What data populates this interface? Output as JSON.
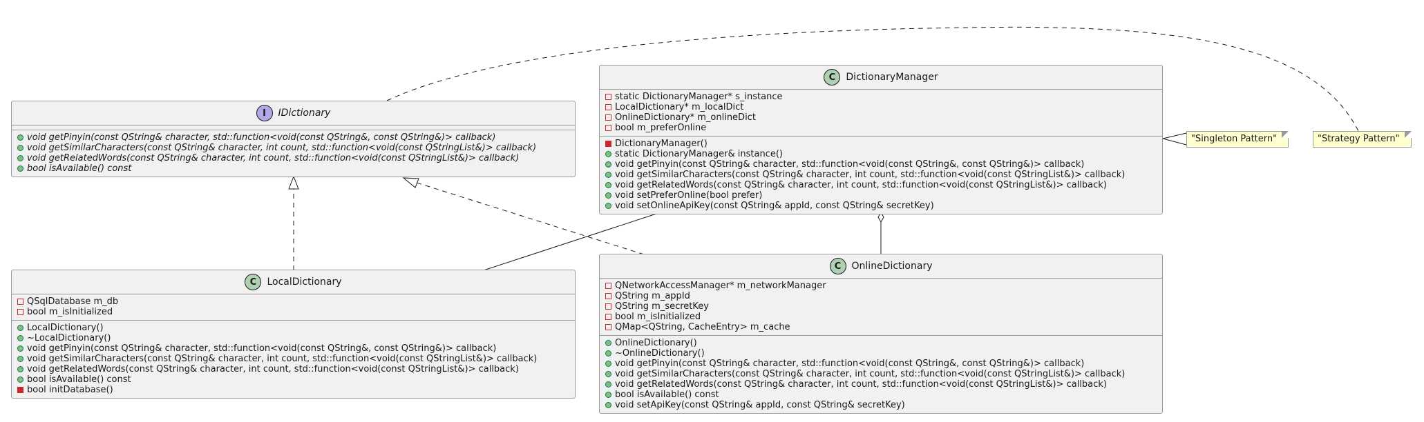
{
  "classes": {
    "idictionary": {
      "kind": "I",
      "name": "IDictionary",
      "fields": [],
      "methods": [
        {
          "vis": "public",
          "text": "void getPinyin(const QString& character, std::function<void(const QString&, const QString&)> callback)"
        },
        {
          "vis": "public",
          "text": "void getSimilarCharacters(const QString& character, int count, std::function<void(const QStringList&)> callback)"
        },
        {
          "vis": "public",
          "text": "void getRelatedWords(const QString& character, int count, std::function<void(const QStringList&)> callback)"
        },
        {
          "vis": "public",
          "text": "bool isAvailable() const"
        }
      ]
    },
    "dictionary_manager": {
      "kind": "C",
      "name": "DictionaryManager",
      "fields": [
        {
          "vis": "private",
          "text": "static DictionaryManager* s_instance"
        },
        {
          "vis": "private",
          "text": "LocalDictionary* m_localDict"
        },
        {
          "vis": "private",
          "text": "OnlineDictionary* m_onlineDict"
        },
        {
          "vis": "private",
          "text": "bool m_preferOnline"
        }
      ],
      "methods": [
        {
          "vis": "private",
          "text": "DictionaryManager()"
        },
        {
          "vis": "public",
          "text": "static DictionaryManager& instance()"
        },
        {
          "vis": "public",
          "text": "void getPinyin(const QString& character, std::function<void(const QString&, const QString&)> callback)"
        },
        {
          "vis": "public",
          "text": "void getSimilarCharacters(const QString& character, int count, std::function<void(const QStringList&)> callback)"
        },
        {
          "vis": "public",
          "text": "void getRelatedWords(const QString& character, int count, std::function<void(const QStringList&)> callback)"
        },
        {
          "vis": "public",
          "text": "void setPreferOnline(bool prefer)"
        },
        {
          "vis": "public",
          "text": "void setOnlineApiKey(const QString& appId, const QString& secretKey)"
        }
      ]
    },
    "local_dictionary": {
      "kind": "C",
      "name": "LocalDictionary",
      "fields": [
        {
          "vis": "private",
          "text": "QSqlDatabase m_db"
        },
        {
          "vis": "private",
          "text": "bool m_isInitialized"
        }
      ],
      "methods": [
        {
          "vis": "public",
          "text": "LocalDictionary()"
        },
        {
          "vis": "public",
          "text": "~LocalDictionary()"
        },
        {
          "vis": "public",
          "text": "void getPinyin(const QString& character, std::function<void(const QString&, const QString&)> callback)"
        },
        {
          "vis": "public",
          "text": "void getSimilarCharacters(const QString& character, int count, std::function<void(const QStringList&)> callback)"
        },
        {
          "vis": "public",
          "text": "void getRelatedWords(const QString& character, int count, std::function<void(const QStringList&)> callback)"
        },
        {
          "vis": "public",
          "text": "bool isAvailable() const"
        },
        {
          "vis": "private",
          "text": "bool initDatabase()"
        }
      ]
    },
    "online_dictionary": {
      "kind": "C",
      "name": "OnlineDictionary",
      "fields": [
        {
          "vis": "private",
          "text": "QNetworkAccessManager* m_networkManager"
        },
        {
          "vis": "private",
          "text": "QString m_appId"
        },
        {
          "vis": "private",
          "text": "QString m_secretKey"
        },
        {
          "vis": "private",
          "text": "bool m_isInitialized"
        },
        {
          "vis": "private",
          "text": "QMap<QString, CacheEntry> m_cache"
        }
      ],
      "methods": [
        {
          "vis": "public",
          "text": "OnlineDictionary()"
        },
        {
          "vis": "public",
          "text": "~OnlineDictionary()"
        },
        {
          "vis": "public",
          "text": "void getPinyin(const QString& character, std::function<void(const QString&, const QString&)> callback)"
        },
        {
          "vis": "public",
          "text": "void getSimilarCharacters(const QString& character, int count, std::function<void(const QStringList&)> callback)"
        },
        {
          "vis": "public",
          "text": "void getRelatedWords(const QString& character, int count, std::function<void(const QStringList&)> callback)"
        },
        {
          "vis": "public",
          "text": "bool isAvailable() const"
        },
        {
          "vis": "public",
          "text": "void setApiKey(const QString& appId, const QString& secretKey)"
        }
      ]
    }
  },
  "notes": {
    "singleton": "\"Singleton Pattern\"",
    "strategy": "\"Strategy Pattern\""
  },
  "colors": {
    "class_fill": "#f1f1f1",
    "border": "#9a9a9a",
    "class_badge": "#add1b2",
    "interface_badge": "#b4a7e5",
    "note_fill": "#fefece",
    "public_marker": "#84be84",
    "private_marker": "#c82930"
  }
}
